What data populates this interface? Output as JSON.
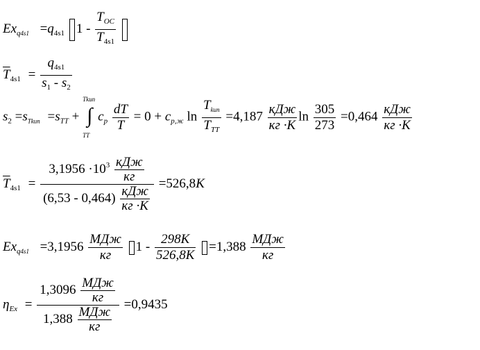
{
  "eq1": {
    "lhs_main": "Ex",
    "lhs_sub": "q",
    "lhs_subsub": "4s1",
    "eq": "=",
    "q": "q",
    "q_sub": "4s1",
    "one_minus": "1 -",
    "num_main": "T",
    "num_sub": "OC",
    "den_main": "T",
    "den_sub": "4s1"
  },
  "eq2": {
    "lhs_main": "T",
    "lhs_sub": "4s1",
    "eq": "=",
    "num_main": "q",
    "num_sub": "4s1",
    "den_a": "s",
    "den_a_sub": "1",
    "minus": "-",
    "den_b": "s",
    "den_b_sub": "2"
  },
  "eq3": {
    "s2": "s",
    "s2_sub": "2",
    "eq": "=",
    "s_kip": "s",
    "s_kip_sub": "Tkип",
    "s_tt": "s",
    "s_tt_sub": "TT",
    "plus": "+",
    "int_upper": "Tkип",
    "int_lower": "TT",
    "cp": "c",
    "cp_sub": "p",
    "dT": "dT",
    "T": "T",
    "zero_plus": "= 0 + ",
    "cpj": "c",
    "cpj_sub": "р,ж",
    "ln": "ln",
    "tk": "T",
    "tk_sub": "kип",
    "tt": "T",
    "tt_sub": "TT",
    "coef": "=4,187",
    "unit_num": "кДж",
    "unit_den": "кг ·K",
    "ln2": "ln",
    "n305": "305",
    "n273": "273",
    "result": "=0,464"
  },
  "eq4": {
    "lhs_main": "T",
    "lhs_sub": "4s1",
    "eq": "=",
    "num_val": "3,1956 ·10",
    "num_exp": "3",
    "num_unit_num": "кДж",
    "num_unit_den": "кг",
    "den_paren": "(6,53 - 0,464)",
    "den_unit_num": "кДж",
    "den_unit_den": "кг ·K",
    "result": "=526,8",
    "result_unit": "K"
  },
  "eq5": {
    "lhs_main": "Ex",
    "lhs_sub": "q",
    "lhs_subsub": "4s1",
    "eq": "=3,1956",
    "unit_num": "МДж",
    "unit_den": "кг",
    "one_minus": "1 -",
    "frac_num": "298K",
    "frac_den": "526,8K",
    "result": "=1,388",
    "r_unit_num": "МДж",
    "r_unit_den": "кг"
  },
  "eq6": {
    "lhs_main": "η",
    "lhs_sub": "Ex",
    "eq": "=",
    "num_val": "1,3096",
    "num_unit_num": "МДж",
    "num_unit_den": "кг",
    "den_val": "1,388",
    "den_unit_num": "МДж",
    "den_unit_den": "кг",
    "result": "=0,9435"
  }
}
